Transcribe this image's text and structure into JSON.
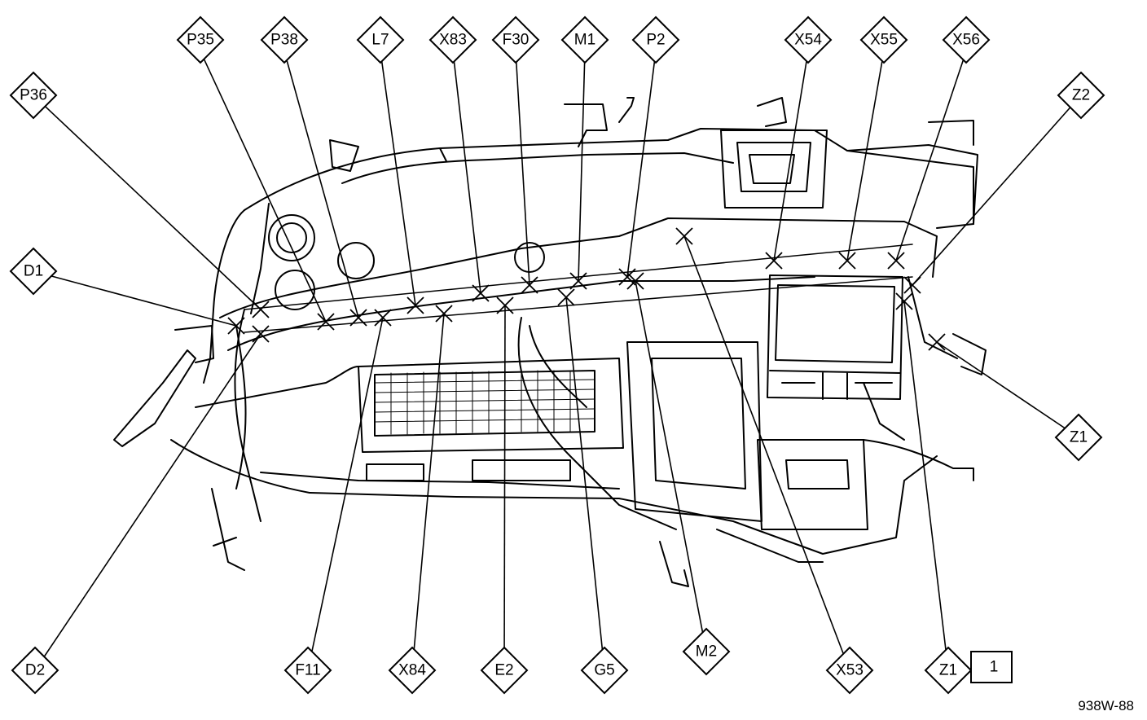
{
  "figure_id": "938W-88",
  "callouts": [
    {
      "id": "P35",
      "text": "P35"
    },
    {
      "id": "P38",
      "text": "P38"
    },
    {
      "id": "L7",
      "text": "L7"
    },
    {
      "id": "X83",
      "text": "X83"
    },
    {
      "id": "F30",
      "text": "F30"
    },
    {
      "id": "M1",
      "text": "M1"
    },
    {
      "id": "P2",
      "text": "P2"
    },
    {
      "id": "X54",
      "text": "X54"
    },
    {
      "id": "X55",
      "text": "X55"
    },
    {
      "id": "X56",
      "text": "X56"
    },
    {
      "id": "P36",
      "text": "P36"
    },
    {
      "id": "Z2",
      "text": "Z2"
    },
    {
      "id": "D1",
      "text": "D1"
    },
    {
      "id": "Z1-right",
      "text": "Z1"
    },
    {
      "id": "D2",
      "text": "D2"
    },
    {
      "id": "F11",
      "text": "F11"
    },
    {
      "id": "X84",
      "text": "X84"
    },
    {
      "id": "E2",
      "text": "E2"
    },
    {
      "id": "G5",
      "text": "G5"
    },
    {
      "id": "M2",
      "text": "M2"
    },
    {
      "id": "X53",
      "text": "X53"
    },
    {
      "id": "Z1-bottom",
      "text": "Z1"
    }
  ],
  "sheet_box": "1"
}
